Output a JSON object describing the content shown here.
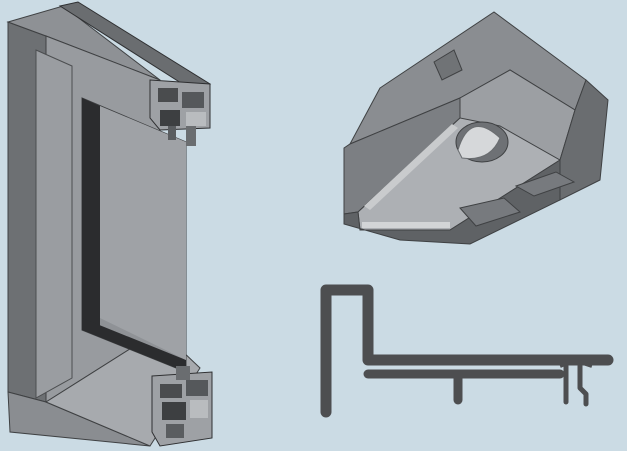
{
  "figure": {
    "background_color": "#cbdbe4",
    "items": [
      {
        "name": "window-frame-illustration"
      },
      {
        "name": "corner-connector-illustration"
      },
      {
        "name": "profile-cross-section"
      }
    ]
  },
  "colors": {
    "metal_dark": "#5f6164",
    "metal_mid": "#7f8285",
    "metal_light": "#a3a6aa",
    "metal_highlight": "#c9cbcd",
    "glass": "#9c9ea1",
    "profile_line": "#4d4e50"
  }
}
